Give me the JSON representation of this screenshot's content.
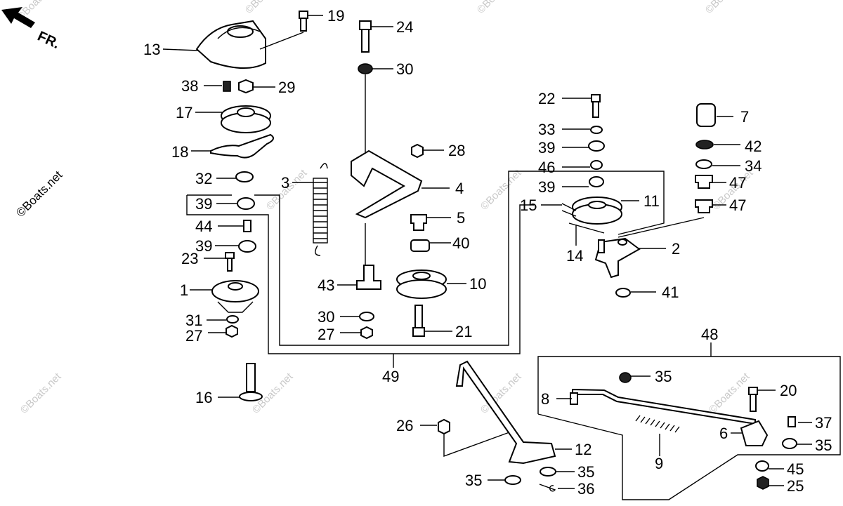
{
  "orientation_label": "FR.",
  "watermark": "©Boats.net",
  "callouts": [
    {
      "id": "c19",
      "text": "19"
    },
    {
      "id": "c24",
      "text": "24"
    },
    {
      "id": "c13",
      "text": "13"
    },
    {
      "id": "c30a",
      "text": "30"
    },
    {
      "id": "c38",
      "text": "38"
    },
    {
      "id": "c29",
      "text": "29"
    },
    {
      "id": "c17",
      "text": "17"
    },
    {
      "id": "c18",
      "text": "18"
    },
    {
      "id": "c28",
      "text": "28"
    },
    {
      "id": "c32",
      "text": "32"
    },
    {
      "id": "c3",
      "text": "3"
    },
    {
      "id": "c4",
      "text": "4"
    },
    {
      "id": "c39a",
      "text": "39"
    },
    {
      "id": "c5",
      "text": "5"
    },
    {
      "id": "c44",
      "text": "44"
    },
    {
      "id": "c39b",
      "text": "39"
    },
    {
      "id": "c40",
      "text": "40"
    },
    {
      "id": "c23",
      "text": "23"
    },
    {
      "id": "c1",
      "text": "1"
    },
    {
      "id": "c43",
      "text": "43"
    },
    {
      "id": "c10",
      "text": "10"
    },
    {
      "id": "c31",
      "text": "31"
    },
    {
      "id": "c30b",
      "text": "30"
    },
    {
      "id": "c27a",
      "text": "27"
    },
    {
      "id": "c27b",
      "text": "27"
    },
    {
      "id": "c21",
      "text": "21"
    },
    {
      "id": "c22",
      "text": "22"
    },
    {
      "id": "c33",
      "text": "33"
    },
    {
      "id": "c39c",
      "text": "39"
    },
    {
      "id": "c46",
      "text": "46"
    },
    {
      "id": "c39d",
      "text": "39"
    },
    {
      "id": "c15",
      "text": "15"
    },
    {
      "id": "c11",
      "text": "11"
    },
    {
      "id": "c14",
      "text": "14"
    },
    {
      "id": "c2",
      "text": "2"
    },
    {
      "id": "c41",
      "text": "41"
    },
    {
      "id": "c7",
      "text": "7"
    },
    {
      "id": "c42",
      "text": "42"
    },
    {
      "id": "c34",
      "text": "34"
    },
    {
      "id": "c47a",
      "text": "47"
    },
    {
      "id": "c47b",
      "text": "47"
    },
    {
      "id": "c48",
      "text": "48"
    },
    {
      "id": "c49",
      "text": "49"
    },
    {
      "id": "c16",
      "text": "16"
    },
    {
      "id": "c35a",
      "text": "35"
    },
    {
      "id": "c8",
      "text": "8"
    },
    {
      "id": "c20",
      "text": "20"
    },
    {
      "id": "c26",
      "text": "26"
    },
    {
      "id": "c12",
      "text": "12"
    },
    {
      "id": "c37",
      "text": "37"
    },
    {
      "id": "c6",
      "text": "6"
    },
    {
      "id": "c35b",
      "text": "35"
    },
    {
      "id": "c9",
      "text": "9"
    },
    {
      "id": "c35c",
      "text": "35"
    },
    {
      "id": "c45",
      "text": "45"
    },
    {
      "id": "c35d",
      "text": "35"
    },
    {
      "id": "c36",
      "text": "36"
    },
    {
      "id": "c25",
      "text": "25"
    }
  ]
}
